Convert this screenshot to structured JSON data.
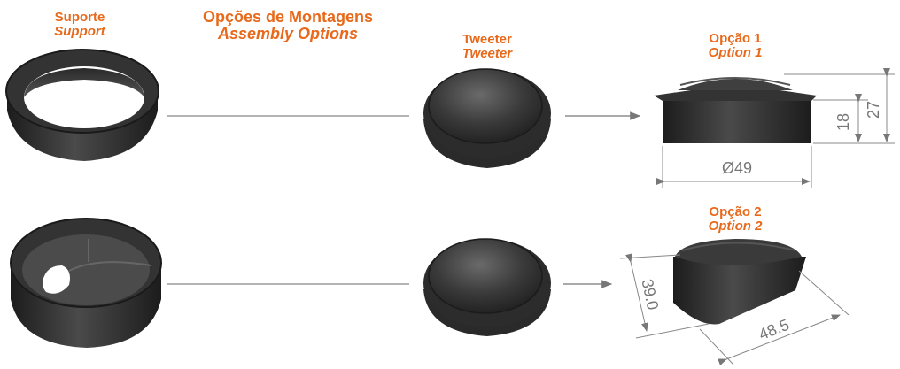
{
  "labels": {
    "support_pt": "Suporte",
    "support_en": "Support",
    "assembly_pt": "Opções de Montagens",
    "assembly_en": "Assembly Options",
    "tweeter_pt": "Tweeter",
    "tweeter_en": "Tweeter",
    "option1_pt": "Opção 1",
    "option1_en": "Option 1",
    "option2_pt": "Opção 2",
    "option2_en": "Option 2"
  },
  "dimensions": {
    "option1_diameter": "Ø49",
    "option1_inner_height": "18",
    "option1_total_height": "27",
    "option2_height": "39.0",
    "option2_width": "48.5"
  },
  "colors": {
    "label_orange": "#e8691b",
    "part_dark": "#2a2a2a",
    "dimension_gray": "#777777"
  }
}
